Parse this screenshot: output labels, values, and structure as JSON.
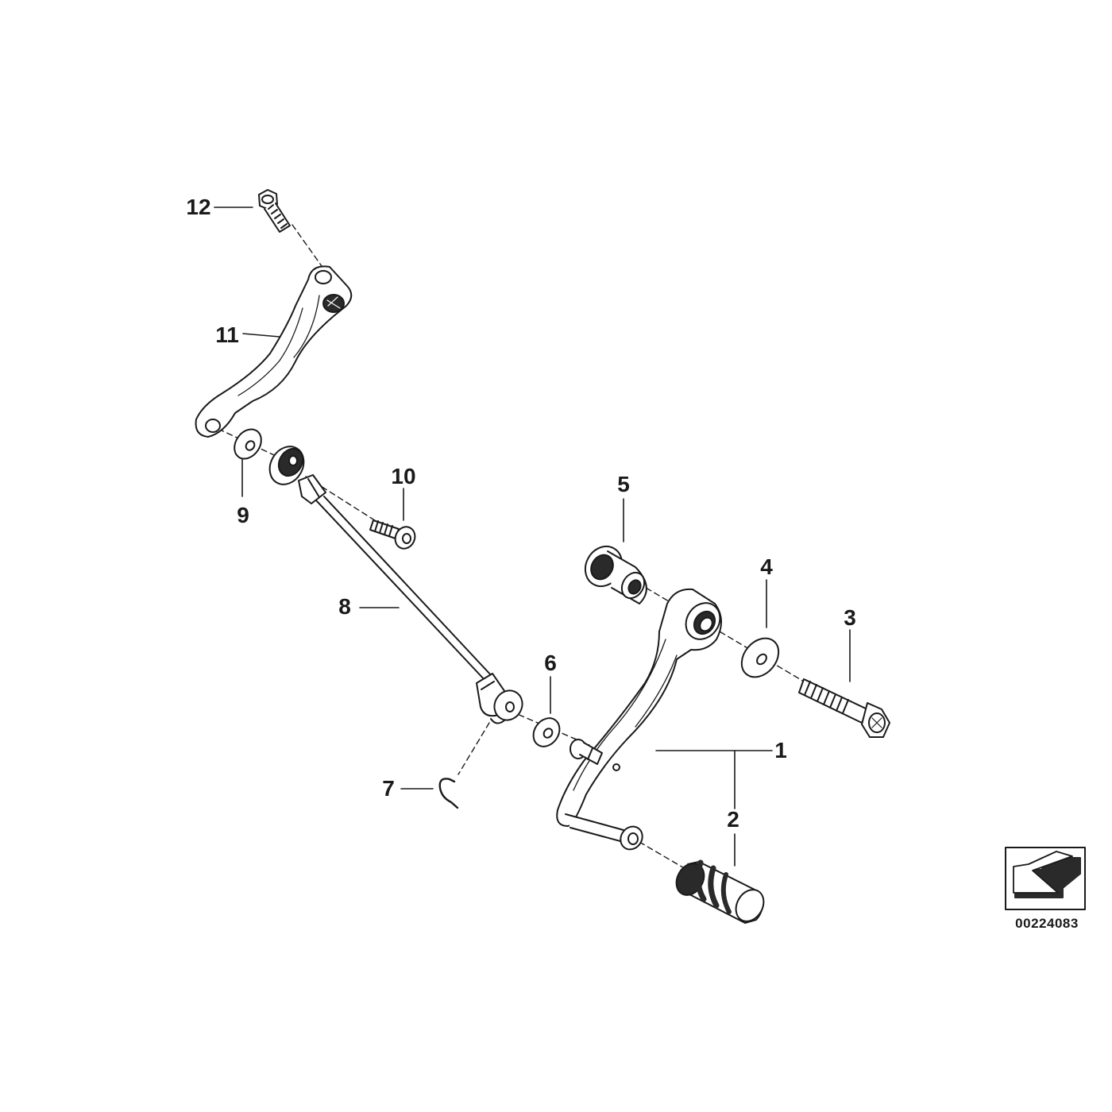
{
  "callouts": [
    {
      "id": "1",
      "label": "1"
    },
    {
      "id": "2",
      "label": "2"
    },
    {
      "id": "3",
      "label": "3"
    },
    {
      "id": "4",
      "label": "4"
    },
    {
      "id": "5",
      "label": "5"
    },
    {
      "id": "6",
      "label": "6"
    },
    {
      "id": "7",
      "label": "7"
    },
    {
      "id": "8",
      "label": "8"
    },
    {
      "id": "9",
      "label": "9"
    },
    {
      "id": "10",
      "label": "10"
    },
    {
      "id": "11",
      "label": "11"
    },
    {
      "id": "12",
      "label": "12"
    }
  ],
  "reference": {
    "number": "00224083",
    "icon": "view-direction-arrow-icon"
  },
  "colors": {
    "line": "#1a1a1a",
    "part_fill": "#ffffff",
    "shade": "#2a2a2a"
  }
}
